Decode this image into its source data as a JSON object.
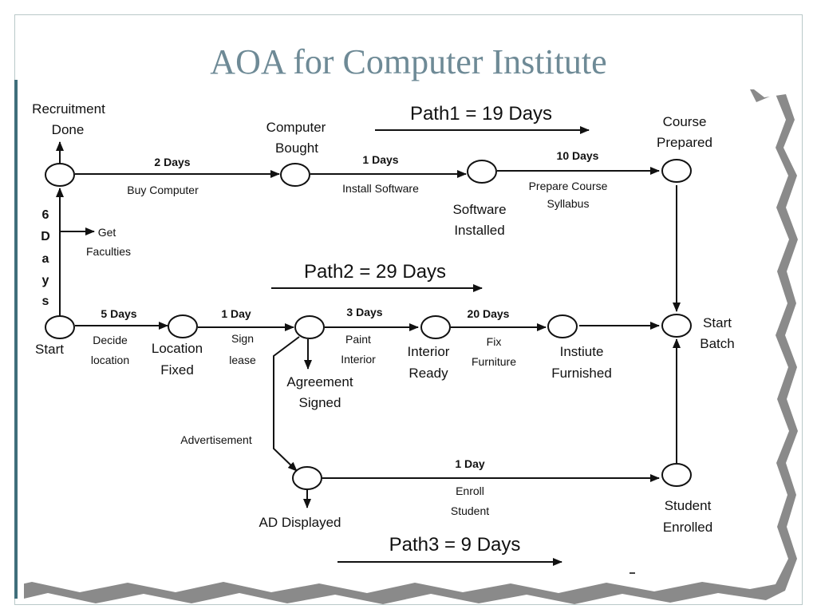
{
  "slide": {
    "title": "AOA for Computer Institute"
  },
  "diagram": {
    "paths": {
      "path1": "Path1 = 19 Days",
      "path2": "Path2 = 29 Days",
      "path3": "Path3 = 9 Days"
    },
    "events": {
      "recruitment_done": [
        "Recruitment",
        "Done"
      ],
      "computer_bought": [
        "Computer",
        "Bought"
      ],
      "software_installed": [
        "Software",
        "Installed"
      ],
      "course_prepared": [
        "Course",
        "Prepared"
      ],
      "start": "Start",
      "location_fixed": [
        "Location",
        "Fixed"
      ],
      "agreement_signed": [
        "Agreement",
        "Signed"
      ],
      "interior_ready": [
        "Interior",
        "Ready"
      ],
      "institute_furnished": [
        "Instiute",
        "Furnished"
      ],
      "start_batch": [
        "Start",
        "Batch"
      ],
      "ad_displayed": "AD Displayed",
      "student_enrolled": [
        "Student",
        "Enrolled"
      ]
    },
    "activities": {
      "buy_computer": {
        "duration": "2 Days",
        "name": "Buy Computer"
      },
      "install_software": {
        "duration": "1 Days",
        "name": "Install Software"
      },
      "prepare_course": {
        "duration": "10 Days",
        "name": [
          "Prepare Course",
          "Syllabus"
        ]
      },
      "recruit_duration": [
        "6",
        "D",
        "a",
        "y",
        "s"
      ],
      "get_faculties": [
        "Get",
        "Faculties"
      ],
      "decide_location": {
        "duration": "5 Days",
        "name": [
          "Decide",
          "location"
        ]
      },
      "sign_lease": {
        "duration": "1 Day",
        "name": [
          "Sign",
          "lease"
        ]
      },
      "paint_interior": {
        "duration": "3 Days",
        "name": [
          "Paint",
          "Interior"
        ]
      },
      "fix_furniture": {
        "duration": "20 Days",
        "name": [
          "Fix",
          "Furniture"
        ]
      },
      "advertisement": "Advertisement",
      "enroll_student": {
        "duration": "1 Day",
        "name": [
          "Enroll",
          "Student"
        ]
      }
    }
  }
}
